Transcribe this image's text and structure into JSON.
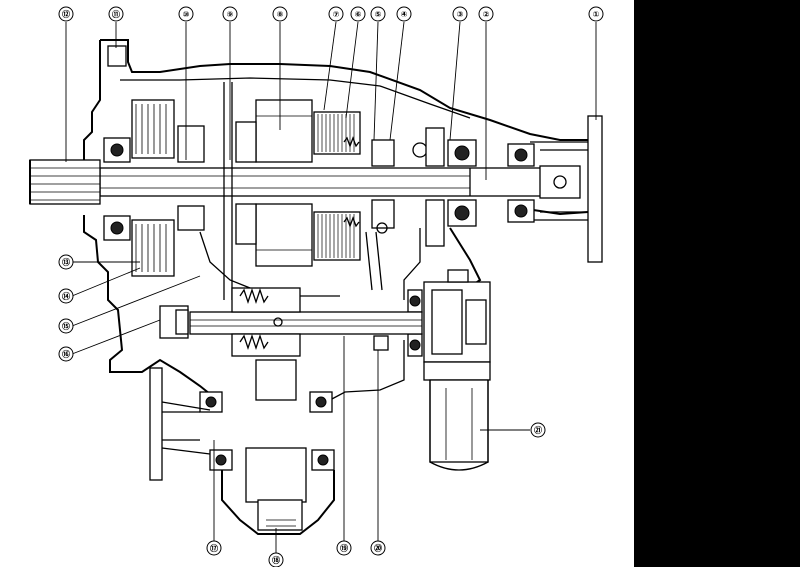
{
  "callouts": [
    {
      "label": "①"
    },
    {
      "label": "②"
    },
    {
      "label": "③"
    },
    {
      "label": "④"
    },
    {
      "label": "⑤"
    },
    {
      "label": "⑥"
    },
    {
      "label": "⑦"
    },
    {
      "label": "⑧"
    },
    {
      "label": "⑨"
    },
    {
      "label": "⑩"
    },
    {
      "label": "⑪"
    },
    {
      "label": "⑫"
    },
    {
      "label": "⑬"
    },
    {
      "label": "⑭"
    },
    {
      "label": "⑮"
    },
    {
      "label": "⑯"
    },
    {
      "label": "⑰"
    },
    {
      "label": "⑱"
    },
    {
      "label": "⑲"
    },
    {
      "label": "⑳"
    },
    {
      "label": "㉑"
    }
  ],
  "colors": {
    "background": "#000000",
    "sheet": "#ffffff",
    "ink": "#000000"
  }
}
